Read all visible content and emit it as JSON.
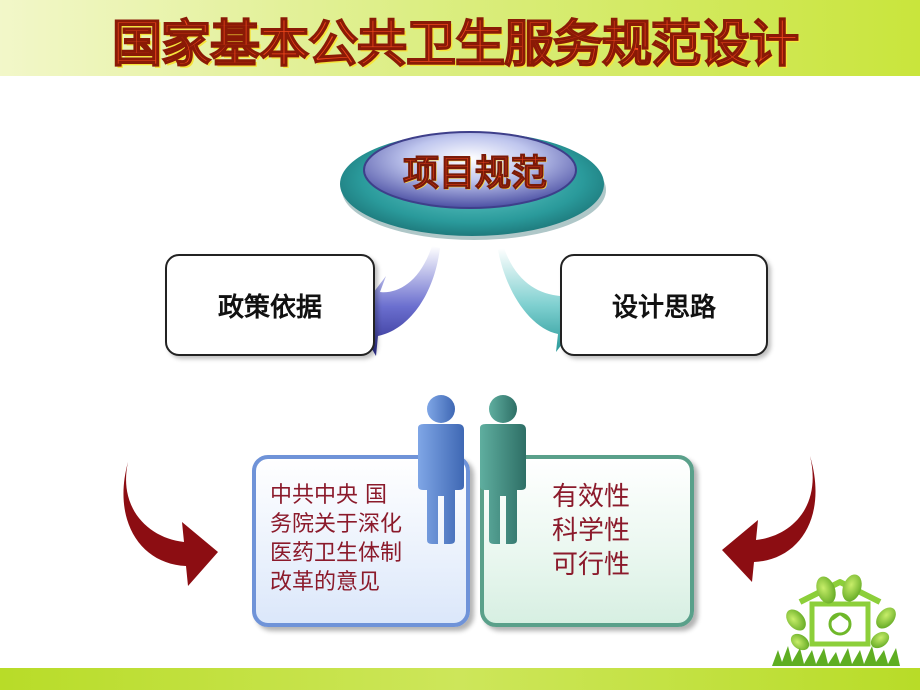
{
  "title": "国家基本公共卫生服务规范设计",
  "center_node": {
    "label": "项目规范"
  },
  "left_box": {
    "label": "政策依据"
  },
  "right_box": {
    "label": "设计思路"
  },
  "left_panel": {
    "lines": [
      "中共中央 国",
      "务院关于深化",
      "医药卫生体制",
      "改革的意见"
    ]
  },
  "right_panel": {
    "lines": [
      "有效性",
      "科学性",
      "可行性"
    ]
  },
  "colors": {
    "title": "#f0481c",
    "panel_text": "#8b1a2b",
    "left_panel_border": "#6f93d8",
    "right_panel_border": "#5aa08a",
    "dark_red_arrows": "#8c0d12",
    "figure_blue": "#5b86cc",
    "figure_teal": "#3f8a7e"
  },
  "icons": [
    "blue-person-icon",
    "teal-person-icon",
    "recycle-house-icon",
    "leaf-icon"
  ]
}
